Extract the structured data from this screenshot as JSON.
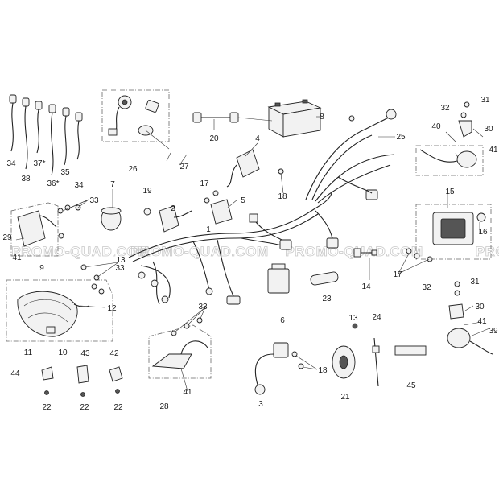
{
  "watermark": {
    "text": "PROMO-QUAD.COM",
    "text_right_partial": "PRO"
  },
  "labels": [
    "1",
    "2",
    "3",
    "4",
    "5",
    "6",
    "7",
    "8",
    "9",
    "10",
    "11",
    "12",
    "13",
    "13",
    "14",
    "15",
    "16",
    "17",
    "17",
    "18",
    "18",
    "19",
    "20",
    "21",
    "22",
    "22",
    "22",
    "23",
    "24",
    "25",
    "26",
    "27",
    "28",
    "29",
    "30",
    "30",
    "31",
    "31",
    "32",
    "32",
    "33",
    "33",
    "33",
    "34",
    "34",
    "35",
    "36*",
    "37*",
    "38",
    "39",
    "40",
    "41",
    "41",
    "41",
    "41",
    "42",
    "43",
    "44",
    "45"
  ]
}
